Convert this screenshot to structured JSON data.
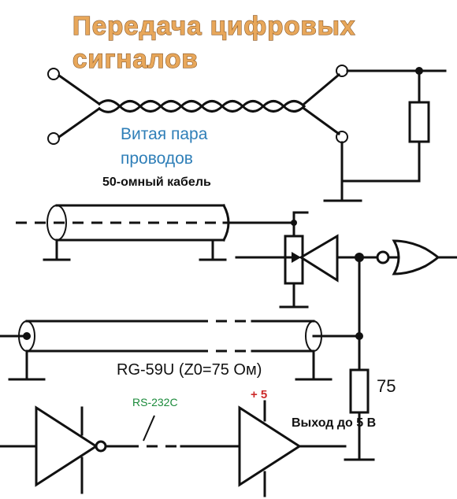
{
  "title_line1": "Передача цифровых",
  "title_line2": "сигналов",
  "twisted_pair_line1": "Витая пара",
  "twisted_pair_line2": "проводов",
  "cable_50": "50-омный кабель",
  "rg59": "RG-59U (Z0=75 Ом)",
  "rs232": "RS-232C",
  "plus5": "+ 5",
  "resistor_75": "75",
  "output_label": "Выход до 5 В",
  "colors": {
    "title": "#e8a75a",
    "blue_label": "#2f7fb8",
    "green_label": "#1a8a3a",
    "red_label": "#cc2a2a"
  }
}
